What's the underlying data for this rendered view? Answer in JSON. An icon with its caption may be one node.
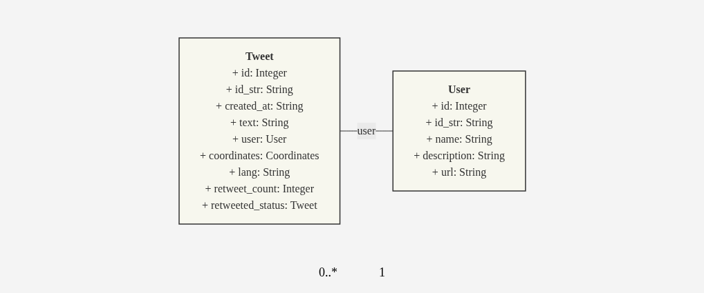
{
  "diagram": {
    "nodes": [
      {
        "text": [
          "Tweet",
          "+ id: Integer",
          "+ id_str: String",
          "+ created_at: String",
          "+ text: String",
          "+ user: User",
          "+ coordinates: Coordinates",
          "+ lang: String",
          "+ retweet_count: Integer",
          "+ retweeted_status: Tweet"
        ]
      },
      {
        "text": [
          "User",
          "+ id: Integer",
          "+ id_str: String",
          "+ name: String",
          "+ description: String",
          "+ url: String"
        ]
      }
    ],
    "edges": [
      {
        "from": 0,
        "to": 1,
        "arrow": "none",
        "label": "user"
      }
    ],
    "labels": [
      "0..*",
      "1"
    ]
  }
}
